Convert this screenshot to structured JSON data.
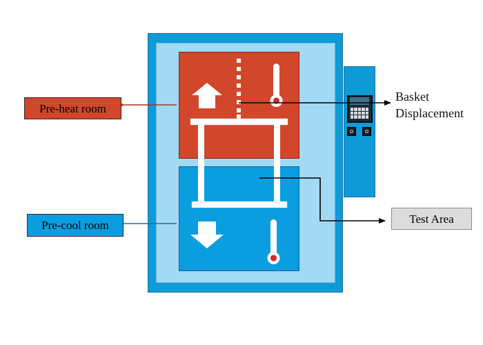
{
  "labels": {
    "preheat_room": "Pre-heat room",
    "precool_room": "Pre-cool room",
    "basket_line1": "Basket",
    "basket_line2": "Displacement",
    "test_area": "Test Area"
  },
  "colors": {
    "chamber_blue": "#0f9ad8",
    "inner_light_blue": "#a2d9f5",
    "hot_red": "#d2462b",
    "cold_blue": "#0a9ee0",
    "preheat_label_bg": "#d2462b",
    "precool_label_bg": "#0a9ee0",
    "test_area_bg": "#dcdcdc",
    "preheat_arrow": "#a33420",
    "precool_arrow": "#1f6f9a",
    "thermometer_bulb": "#d6262a"
  },
  "icons": {
    "up_arrow": "heat-up-arrow-icon",
    "down_arrow": "cool-down-arrow-icon",
    "thermometer": "thermometer-icon",
    "basket": "basket-frame-icon",
    "controller": "control-panel-icon"
  }
}
